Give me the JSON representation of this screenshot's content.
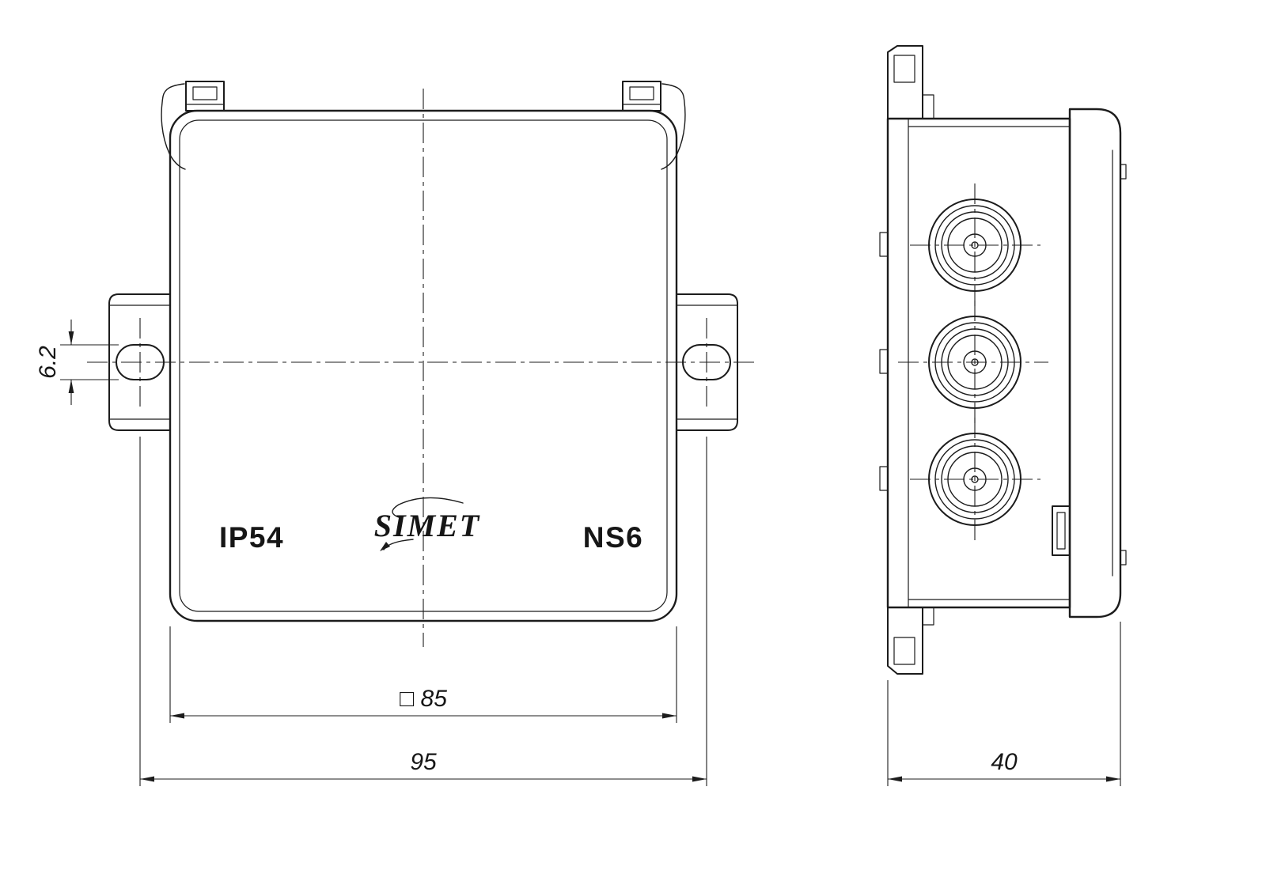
{
  "drawing": {
    "labels": {
      "ip_rating": "IP54",
      "model": "NS6",
      "brand": "SIMET"
    },
    "dimensions": {
      "square_size": "□ 85",
      "mounting_centers": "95",
      "slot_width": "6.2",
      "depth": "40"
    },
    "colors": {
      "line": "#1c1c1c",
      "background": "#ffffff"
    }
  }
}
